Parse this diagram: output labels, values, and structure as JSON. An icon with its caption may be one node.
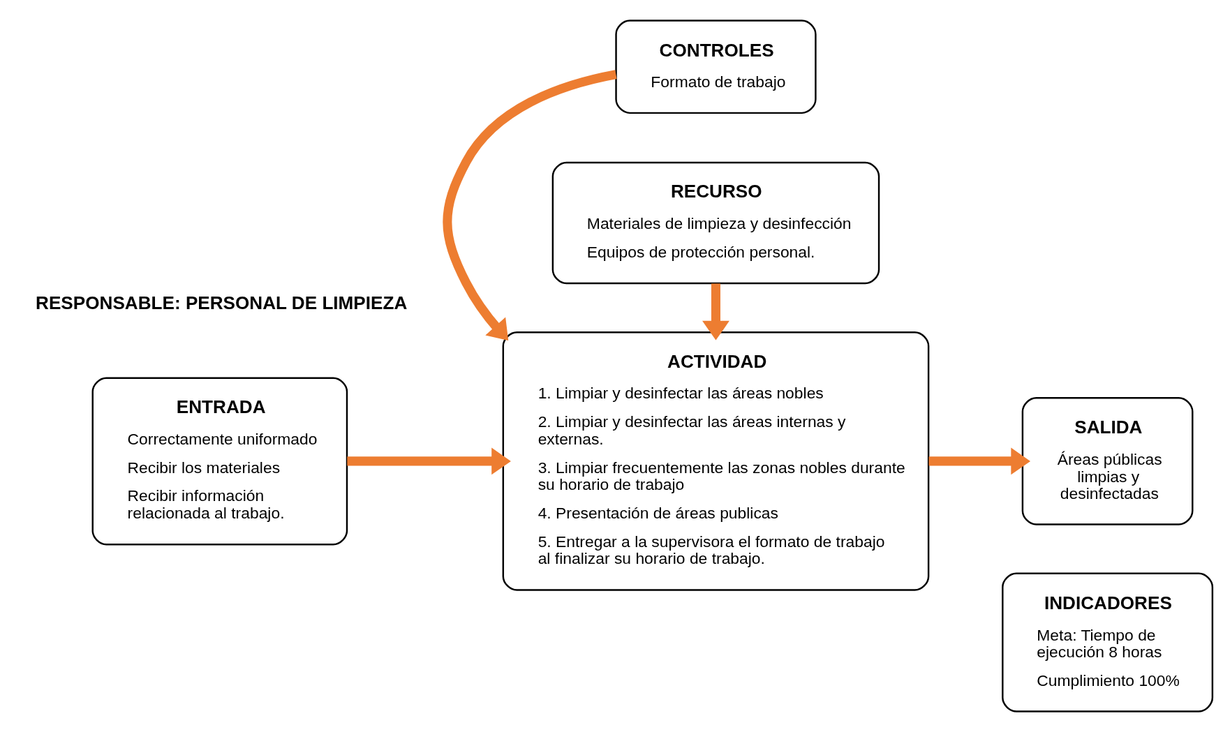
{
  "diagram": {
    "nodes": [
      {
        "text": [
          "CONTROLES",
          "Formato de trabajo"
        ]
      },
      {
        "text": [
          "ENTRADA",
          "Correctamente uniformado",
          "Recibir los materiales",
          "Recibir información relacionada al trabajo."
        ]
      },
      {
        "text": [
          "ACTIVIDAD",
          "1. Limpiar y desinfectar las áreas nobles",
          "2. Limpiar y desinfectar las áreas internas y externas.",
          "3. Limpiar frecuentemente las zonas nobles durante su horario de trabajo",
          "4. Presentación de áreas publicas",
          "5. Entregar a la supervisora el formato de trabajo al finalizar su horario de trabajo."
        ]
      },
      {
        "text": [
          "SALIDA",
          "Áreas públicas limpias y desinfectadas"
        ]
      },
      {
        "text": [
          "RECURSO",
          "Materiales de limpieza y desinfección",
          "Equipos de protección personal."
        ]
      },
      {
        "text": [
          "INDICADORES",
          "Meta: Tiempo de ejecución 8 horas",
          "Cumplimiento 100%"
        ]
      }
    ],
    "edges": [
      {
        "from": 0,
        "to": 2,
        "arrow": "to"
      },
      {
        "from": 1,
        "to": 2,
        "arrow": "to"
      },
      {
        "from": 2,
        "to": 3,
        "arrow": "to"
      },
      {
        "from": 4,
        "to": 2,
        "arrow": "to"
      }
    ],
    "labels": [
      "RESPONSABLE: PERSONAL DE LIMPIEZA"
    ]
  }
}
